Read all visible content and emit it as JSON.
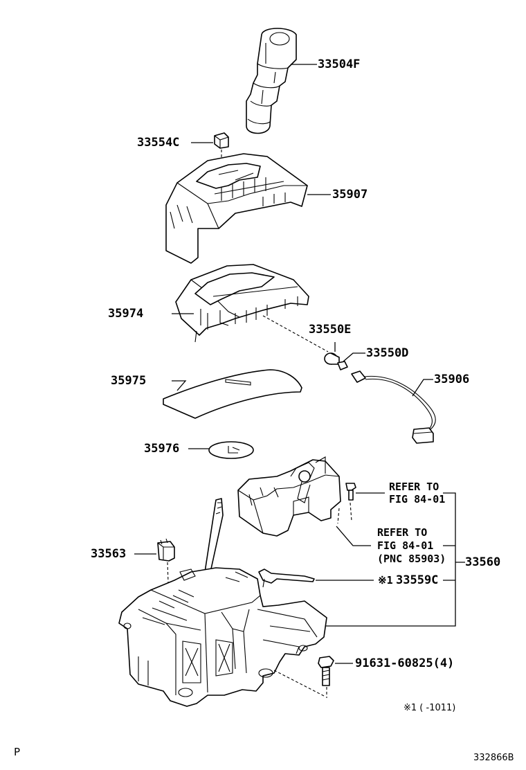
{
  "labels": {
    "knob": "33504F",
    "button": "33554C",
    "upper_cover": "35907",
    "indicator_housing": "35974",
    "bulb": "33550E",
    "socket": "33550D",
    "wire": "35906",
    "plate": "35975",
    "slide_cover": "35976",
    "refer_1_line1": "REFER TO",
    "refer_1_line2": "FIG 84-01",
    "refer_2_line1": "REFER TO",
    "refer_2_line2": "FIG 84-01",
    "refer_2_line3": "(PNC 85903)",
    "shift_lock_stopper": "33563",
    "assembly": "33560",
    "rod": "33559C",
    "rod_mark": "※1",
    "bolt": "91631-60825(4)",
    "footnote": "※1 (      -1011)",
    "corner_letter": "P",
    "diagram_id": "332866B"
  },
  "colors": {
    "line": "#000000",
    "background": "#ffffff"
  }
}
